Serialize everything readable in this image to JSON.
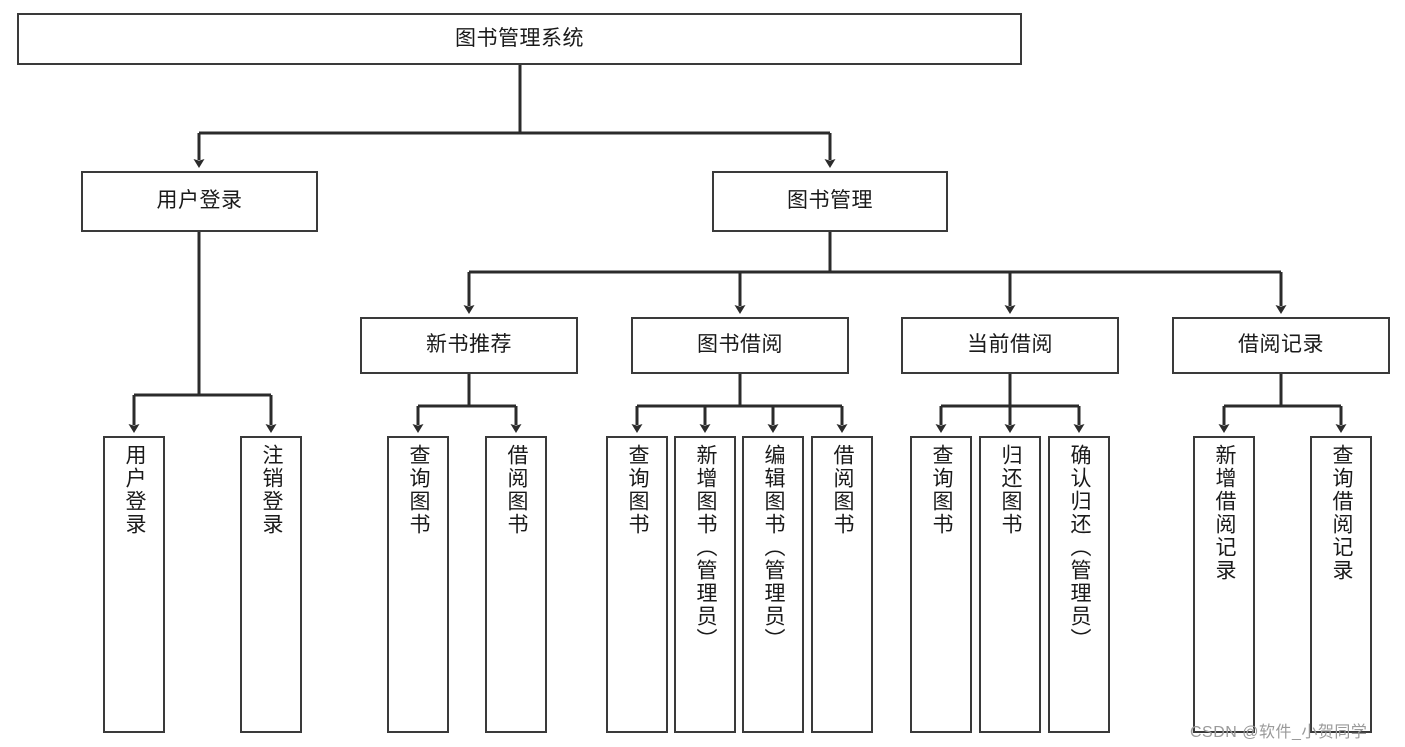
{
  "diagram": {
    "type": "tree",
    "title": "图书管理系统",
    "watermark": "CSDN @软件_小贺同学",
    "colors": {
      "box_border": "#3a3a3a",
      "box_fill": "#ffffff",
      "connector": "#2b2b2b",
      "text": "#1a1a1a",
      "watermark": "#9a9a9a"
    },
    "levels": {
      "root": "图书管理系统",
      "level2": [
        "用户登录",
        "图书管理"
      ],
      "level3": [
        "新书推荐",
        "图书借阅",
        "当前借阅",
        "借阅记录"
      ]
    },
    "nodes": {
      "root": {
        "label": "图书管理系统",
        "orientation": "horizontal"
      },
      "user_login": {
        "label": "用户登录",
        "orientation": "horizontal"
      },
      "book_manage": {
        "label": "图书管理",
        "orientation": "horizontal"
      },
      "new_book_rec": {
        "label": "新书推荐",
        "orientation": "horizontal"
      },
      "book_borrow": {
        "label": "图书借阅",
        "orientation": "horizontal"
      },
      "current_borrow": {
        "label": "当前借阅",
        "orientation": "horizontal"
      },
      "borrow_record": {
        "label": "借阅记录",
        "orientation": "horizontal"
      },
      "leaf_user_login": {
        "label": "用户登录",
        "orientation": "vertical"
      },
      "leaf_logout": {
        "label": "注销登录",
        "orientation": "vertical"
      },
      "leaf_query_book_1": {
        "label": "查询图书",
        "orientation": "vertical"
      },
      "leaf_borrow_book_1": {
        "label": "借阅图书",
        "orientation": "vertical"
      },
      "leaf_query_book_2": {
        "label": "查询图书",
        "orientation": "vertical"
      },
      "leaf_add_book": {
        "label": "新增图书（管理员）",
        "orientation": "vertical"
      },
      "leaf_edit_book": {
        "label": "编辑图书（管理员）",
        "orientation": "vertical"
      },
      "leaf_borrow_book_2": {
        "label": "借阅图书",
        "orientation": "vertical"
      },
      "leaf_query_book_3": {
        "label": "查询图书",
        "orientation": "vertical"
      },
      "leaf_return_book": {
        "label": "归还图书",
        "orientation": "vertical"
      },
      "leaf_confirm_return": {
        "label": "确认归还（管理员）",
        "orientation": "vertical"
      },
      "leaf_add_record": {
        "label": "新增借阅记录",
        "orientation": "vertical"
      },
      "leaf_query_record": {
        "label": "查询借阅记录",
        "orientation": "vertical"
      }
    },
    "edges": [
      {
        "from": "图书管理系统",
        "to": "用户登录"
      },
      {
        "from": "图书管理系统",
        "to": "图书管理"
      },
      {
        "from": "用户登录",
        "to": "用户登录"
      },
      {
        "from": "用户登录",
        "to": "注销登录"
      },
      {
        "from": "图书管理",
        "to": "新书推荐"
      },
      {
        "from": "图书管理",
        "to": "图书借阅"
      },
      {
        "from": "图书管理",
        "to": "当前借阅"
      },
      {
        "from": "图书管理",
        "to": "借阅记录"
      },
      {
        "from": "新书推荐",
        "to": "查询图书"
      },
      {
        "from": "新书推荐",
        "to": "借阅图书"
      },
      {
        "from": "图书借阅",
        "to": "查询图书"
      },
      {
        "from": "图书借阅",
        "to": "新增图书（管理员）"
      },
      {
        "from": "图书借阅",
        "to": "编辑图书（管理员）"
      },
      {
        "from": "图书借阅",
        "to": "借阅图书"
      },
      {
        "from": "当前借阅",
        "to": "查询图书"
      },
      {
        "from": "当前借阅",
        "to": "归还图书"
      },
      {
        "from": "当前借阅",
        "to": "确认归还（管理员）"
      },
      {
        "from": "借阅记录",
        "to": "新增借阅记录"
      },
      {
        "from": "借阅记录",
        "to": "查询借阅记录"
      }
    ]
  }
}
